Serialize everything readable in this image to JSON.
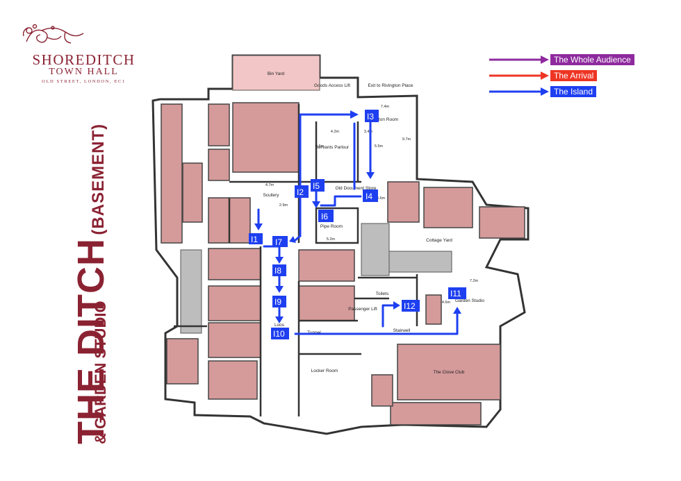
{
  "logo": {
    "title": "SHOREDITCH",
    "subtitle": "TOWN HALL",
    "address": "OLD STREET, LONDON, EC1"
  },
  "side_title": {
    "main": "THE DITCH",
    "bracket": "(BASEMENT)",
    "sub": "& GARDEN STUDIO"
  },
  "legend": [
    {
      "label": "The Whole Audience",
      "color": "#8e2a9e"
    },
    {
      "label": "The Arrival",
      "color": "#ee3524"
    },
    {
      "label": "The Island",
      "color": "#1e3ff0"
    }
  ],
  "colors": {
    "brand": "#8b2232",
    "room_fill": "#d59a9a",
    "wall": "#333333",
    "island": "#1e3ff0",
    "grey_area": "#bdbdbd"
  },
  "rooms": {
    "bin_yard": "Bin Yard",
    "goods_lift": "Goods Access Lift",
    "exit": "Exit to Rivington Place",
    "rivington": "Rivington Room",
    "servants": "Servants Parlour",
    "scullery": "Scullery",
    "old_store": "Old Document Store",
    "pipe_room": "Pipe Room",
    "cottage_yard": "Cottage Yard",
    "toilets": "Toilets",
    "passenger_lift": "Passenger Lift",
    "garden_studio": "Garden Studio",
    "stairwell": "Stairwell",
    "loos": "Loos",
    "tunnel": "Tunnel",
    "locker_room": "Locker Room",
    "clove_club": "The Clove Club"
  },
  "dimensions": [
    "4.7m",
    "4.2m",
    "3.4m",
    "5.5m",
    "9.7m",
    "5.6m",
    "7.4m",
    "2.9m",
    "4.6m",
    "5.2m",
    "7.2m",
    "4.6m"
  ],
  "island_markers": [
    "I1",
    "I2",
    "I3",
    "I4",
    "I5",
    "I6",
    "I7",
    "I8",
    "I9",
    "I10",
    "I11",
    "I12"
  ]
}
